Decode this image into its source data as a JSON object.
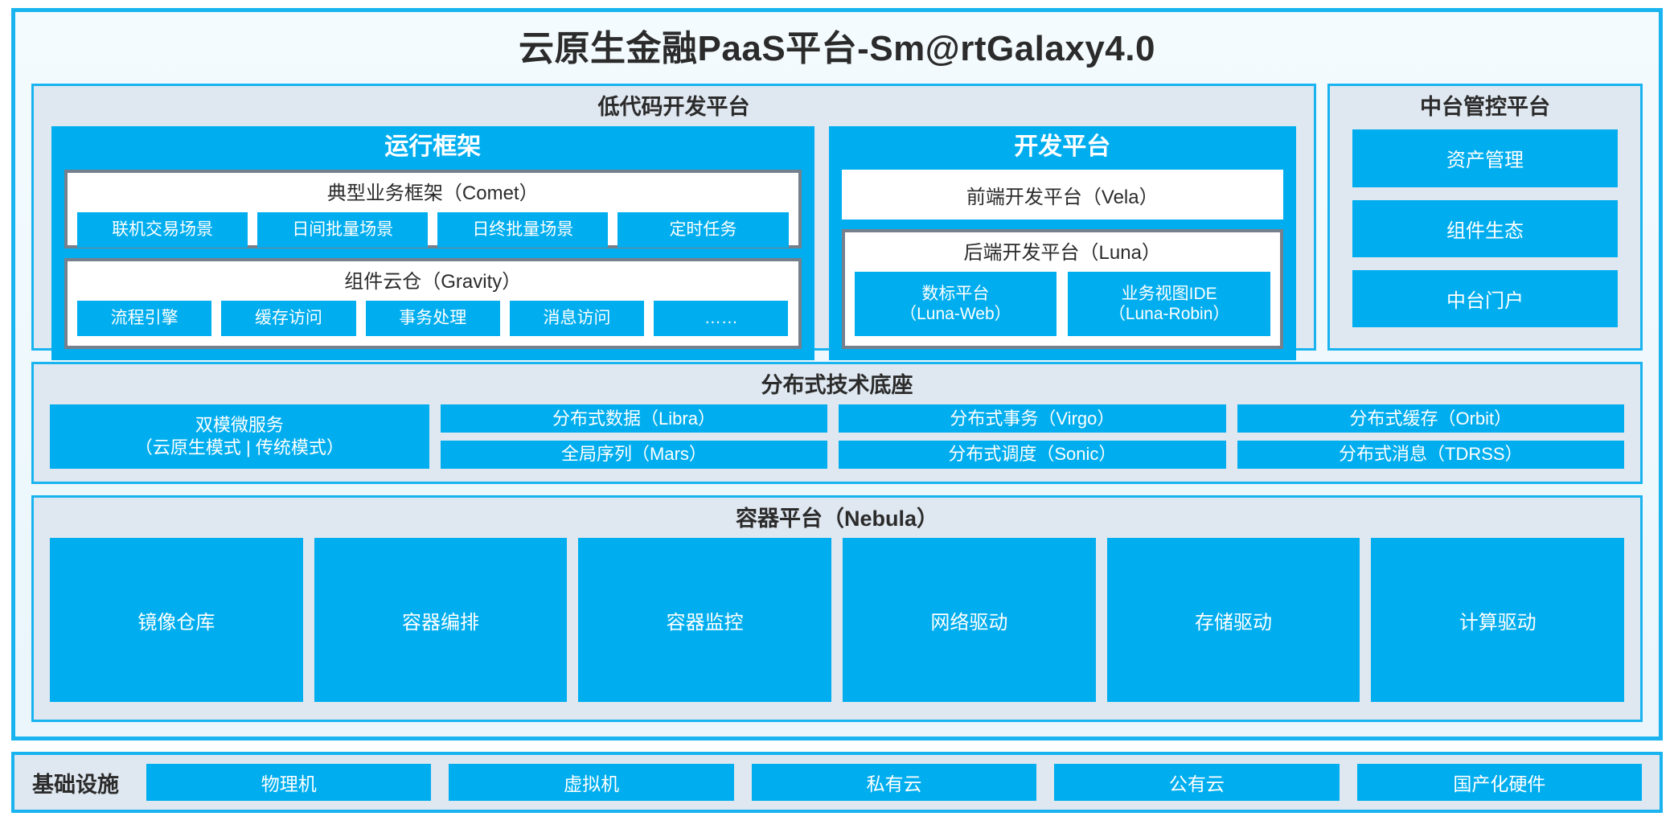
{
  "colors": {
    "accent_border": "#19B4F0",
    "chip_blue": "#00AEEF",
    "panel_bg": "#DFE7F0",
    "card_border": "#767F8C",
    "text": "#2B2B2B"
  },
  "title": "云原生金融PaaS平台-Sm@rtGalaxy4.0",
  "lowcode": {
    "title": "低代码开发平台",
    "runtime": {
      "title": "运行框架",
      "comet": {
        "title": "典型业务框架（Comet）",
        "items": [
          "联机交易场景",
          "日间批量场景",
          "日终批量场景",
          "定时任务"
        ]
      },
      "gravity": {
        "title": "组件云仓（Gravity）",
        "items": [
          "流程引擎",
          "缓存访问",
          "事务处理",
          "消息访问",
          "……"
        ]
      }
    },
    "devplatform": {
      "title": "开发平台",
      "vela": "前端开发平台（Vela）",
      "luna": {
        "title": "后端开发平台（Luna）",
        "items": [
          {
            "name": "数标平台",
            "code": "（Luna-Web）"
          },
          {
            "name": "业务视图IDE",
            "code": "（Luna-Robin）"
          }
        ]
      }
    }
  },
  "mgmt": {
    "title": "中台管控平台",
    "items": [
      "资产管理",
      "组件生态",
      "中台门户"
    ]
  },
  "distributed": {
    "title": "分布式技术底座",
    "microservice": {
      "line1": "双模微服务",
      "line2": "（云原生模式 | 传统模式）"
    },
    "columns": [
      [
        "分布式数据（Libra）",
        "全局序列（Mars）"
      ],
      [
        "分布式事务（Virgo）",
        "分布式调度（Sonic）"
      ],
      [
        "分布式缓存（Orbit）",
        "分布式消息（TDRSS）"
      ]
    ]
  },
  "container": {
    "title": "容器平台（Nebula）",
    "items": [
      "镜像仓库",
      "容器编排",
      "容器监控",
      "网络驱动",
      "存储驱动",
      "计算驱动"
    ]
  },
  "infrastructure": {
    "label": "基础设施",
    "items": [
      "物理机",
      "虚拟机",
      "私有云",
      "公有云",
      "国产化硬件"
    ]
  }
}
